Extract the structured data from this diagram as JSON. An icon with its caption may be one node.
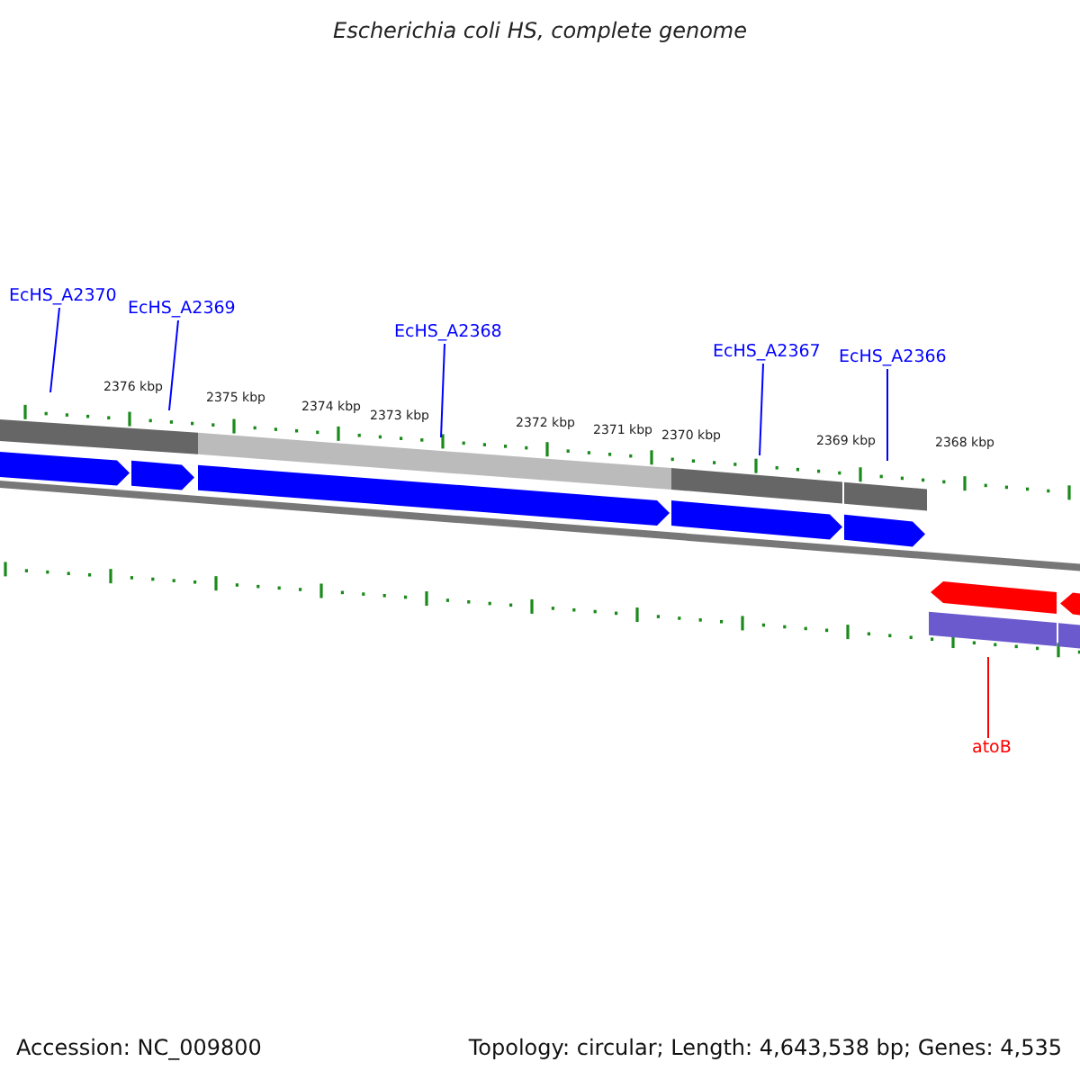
{
  "diagram": {
    "title": "Escherichia coli HS, complete genome",
    "nodes": [
      {
        "text": [
          "EcHS_A2370"
        ]
      },
      {
        "text": [
          "EcHS_A2369"
        ]
      },
      {
        "text": [
          "EcHS_A2368"
        ]
      },
      {
        "text": [
          "EcHS_A2367"
        ]
      },
      {
        "text": [
          "EcHS_A2366"
        ]
      },
      {
        "text": [
          "atoB"
        ]
      }
    ],
    "edges": [
      {
        "from": 0,
        "to": null,
        "arrow": "none"
      },
      {
        "from": 1,
        "to": null,
        "arrow": "none"
      },
      {
        "from": 2,
        "to": null,
        "arrow": "none"
      },
      {
        "from": 3,
        "to": null,
        "arrow": "none"
      },
      {
        "from": 4,
        "to": null,
        "arrow": "none"
      },
      {
        "from": 5,
        "to": null,
        "arrow": "none",
        "color": "#ff0000"
      }
    ],
    "labels": [
      "2376 kbp",
      "2375 kbp",
      "2374 kbp",
      "2373 kbp",
      "2372 kbp",
      "2371 kbp",
      "2370 kbp",
      "2369 kbp",
      "2368 kbp",
      "Accession: NC_009800",
      "Topology: circular; Length: 4,643,538 bp; Genes: 4,535"
    ]
  }
}
